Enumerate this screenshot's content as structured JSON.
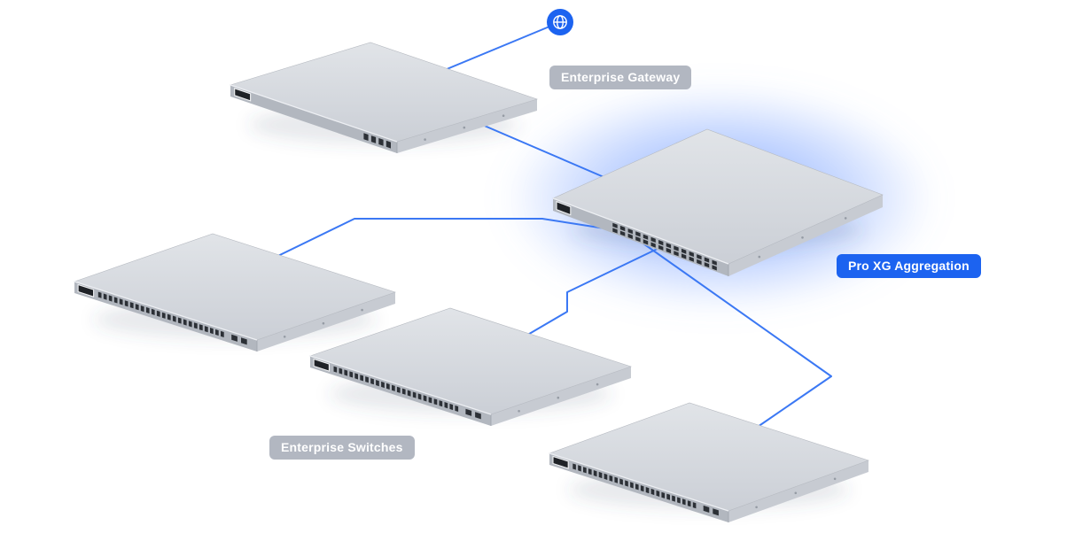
{
  "diagram": {
    "labels": {
      "gateway": "Enterprise Gateway",
      "aggregation": "Pro XG Aggregation",
      "switches": "Enterprise Switches"
    },
    "icons": {
      "internet": "globe-icon"
    },
    "colors": {
      "accent_blue": "#1c63f0",
      "link_line_blue": "#3b78f4",
      "glow_blue": "#7aa2ff",
      "neutral_badge_gray": "#b2b7c1",
      "badge_text": "#ffffff",
      "background": "#ffffff"
    }
  }
}
